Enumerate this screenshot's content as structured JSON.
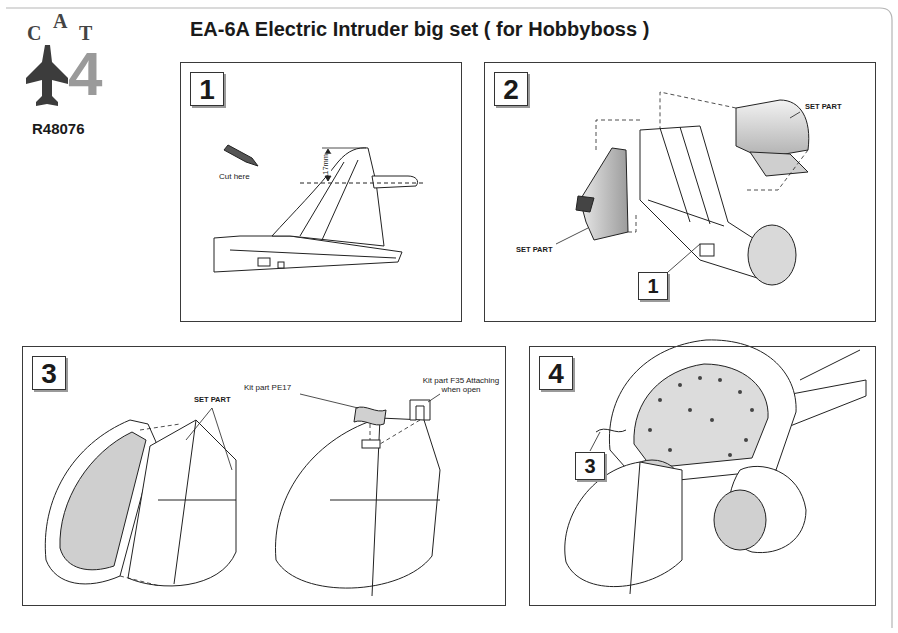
{
  "diagram": {
    "title": "EA-6A Electric Intruder big set ( for Hobbyboss )",
    "nodes": [
      {
        "text": [
          "1"
        ]
      },
      {
        "text": [
          "2"
        ]
      },
      {
        "text": [
          "1"
        ],
        "in": 1
      },
      {
        "text": [
          "3"
        ]
      },
      {
        "text": [
          "4"
        ]
      },
      {
        "text": [
          "3"
        ],
        "in": 4
      }
    ],
    "labels": [
      "C",
      "A",
      "T",
      "4",
      "R48076",
      "Cut here",
      "17mm",
      "SET PART",
      "SET PART",
      "SET PART",
      "Kit part PE17",
      "Kit part F35 Attaching when open"
    ]
  }
}
